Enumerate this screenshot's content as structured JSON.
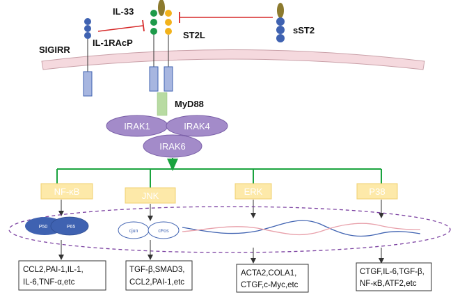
{
  "labels": {
    "il33": "IL-33",
    "sigirr": "SIGIRR",
    "il1racp": "IL-1RAcP",
    "st2l": "ST2L",
    "sst2": "sST2",
    "myd88": "MyD88",
    "irak1": "IRAK1",
    "irak4": "IRAK4",
    "irak6": "IRAK6"
  },
  "pathways": [
    {
      "id": "nfkb",
      "label": "NF-κB"
    },
    {
      "id": "jnk",
      "label": "JNK"
    },
    {
      "id": "erk",
      "label": "ERK"
    },
    {
      "id": "p38",
      "label": "P38"
    }
  ],
  "nucleus": {
    "p50": "P50",
    "p65": "P65",
    "cjun": "cjun",
    "cfos": "cFos"
  },
  "outputs": [
    {
      "line1": "CCL2,PAI-1,IL-1,",
      "line2": "IL-6,TNF-α,etc"
    },
    {
      "line1": "TGF-β,SMAD3,",
      "line2": "CCL2,PAI-1,etc"
    },
    {
      "line1": "ACTA2,COLA1,",
      "line2": "CTGF,c-Myc,etc"
    },
    {
      "line1": "CTGF,IL-6,TGF-β,",
      "line2": "NF-κB,ATF2,etc"
    }
  ],
  "colors": {
    "receptor_blue": "#3f62b1",
    "bead_green": "#1e9a4a",
    "bead_yellow": "#f2b21b",
    "ligand_olive": "#8c7a2e",
    "irak_purple": "#a38bc9",
    "pathway_box": "#fde9a9",
    "arrow_green": "#1aa33e",
    "inhibit_red": "#d62828",
    "membrane_pink": "#f5d9de"
  }
}
